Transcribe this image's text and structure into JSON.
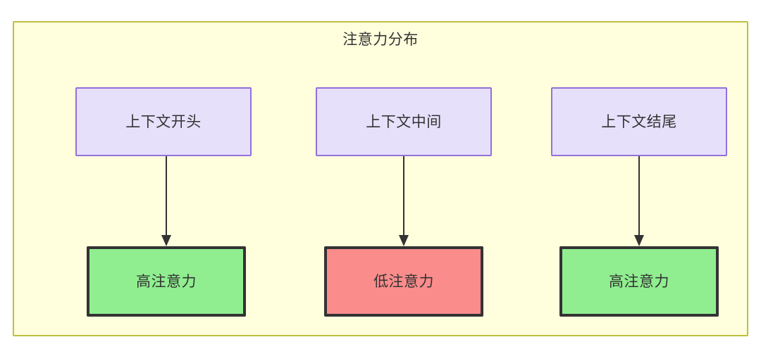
{
  "diagram": {
    "title": "注意力分布",
    "container_fill": "#ffffdd",
    "container_border": "#bfbf3f",
    "nodes": {
      "context": [
        {
          "id": "context-start",
          "label": "上下文开头",
          "fill": "#e6e0fb",
          "border": "#9370db"
        },
        {
          "id": "context-middle",
          "label": "上下文中间",
          "fill": "#e6e0fb",
          "border": "#9370db"
        },
        {
          "id": "context-end",
          "label": "上下文结尾",
          "fill": "#e6e0fb",
          "border": "#9370db"
        }
      ],
      "attention": [
        {
          "id": "attention-start",
          "label": "高注意力",
          "fill": "#90ee90",
          "border": "#333333"
        },
        {
          "id": "attention-middle",
          "label": "低注意力",
          "fill": "#fa8c8c",
          "border": "#333333"
        },
        {
          "id": "attention-end",
          "label": "高注意力",
          "fill": "#90ee90",
          "border": "#333333"
        }
      ]
    },
    "edges": [
      {
        "from": "context-start",
        "to": "attention-start",
        "label": ""
      },
      {
        "from": "context-middle",
        "to": "attention-middle",
        "label": ""
      },
      {
        "from": "context-end",
        "to": "attention-end",
        "label": ""
      }
    ]
  }
}
